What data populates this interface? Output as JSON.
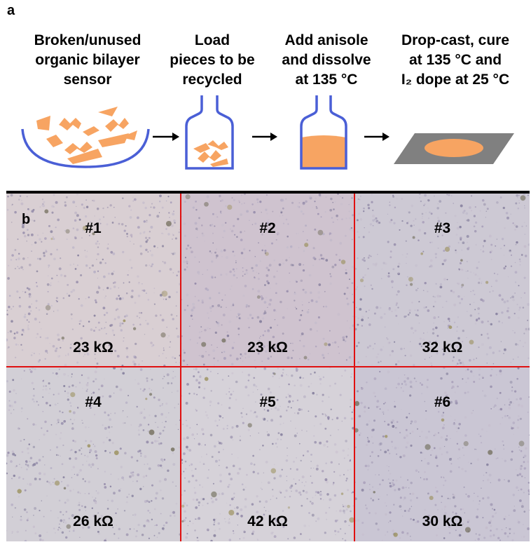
{
  "panel_a": {
    "label": "a",
    "steps": [
      {
        "lines": [
          "Broken/unused",
          "organic bilayer",
          "sensor"
        ]
      },
      {
        "lines": [
          "Load",
          "pieces to be",
          "recycled"
        ]
      },
      {
        "lines": [
          "Add anisole",
          "and dissolve",
          "at 135 °C"
        ]
      },
      {
        "lines": [
          "Drop-cast, cure",
          "at 135 °C and",
          "I₂ dope at 25 °C"
        ]
      }
    ],
    "colors": {
      "outline": "#4a5fd6",
      "fill": "#f7a462",
      "substrate": "#808080",
      "arrow": "#000000"
    },
    "icons": [
      "dish-with-pieces-icon",
      "bottle-with-pieces-icon",
      "bottle-with-solution-icon",
      "film-on-substrate-icon"
    ]
  },
  "panel_b": {
    "label": "b",
    "samples": [
      {
        "id": "#1",
        "resistance": "23 kΩ",
        "tint": "#d9cfd3"
      },
      {
        "id": "#2",
        "resistance": "23 kΩ",
        "tint": "#cfc3cf"
      },
      {
        "id": "#3",
        "resistance": "32 kΩ",
        "tint": "#cdc9d4"
      },
      {
        "id": "#4",
        "resistance": "26 kΩ",
        "tint": "#d2cfd6"
      },
      {
        "id": "#5",
        "resistance": "42 kΩ",
        "tint": "#d6d2d9"
      },
      {
        "id": "#6",
        "resistance": "30 kΩ",
        "tint": "#cac6d4"
      }
    ],
    "divider_color": "#e01010"
  }
}
